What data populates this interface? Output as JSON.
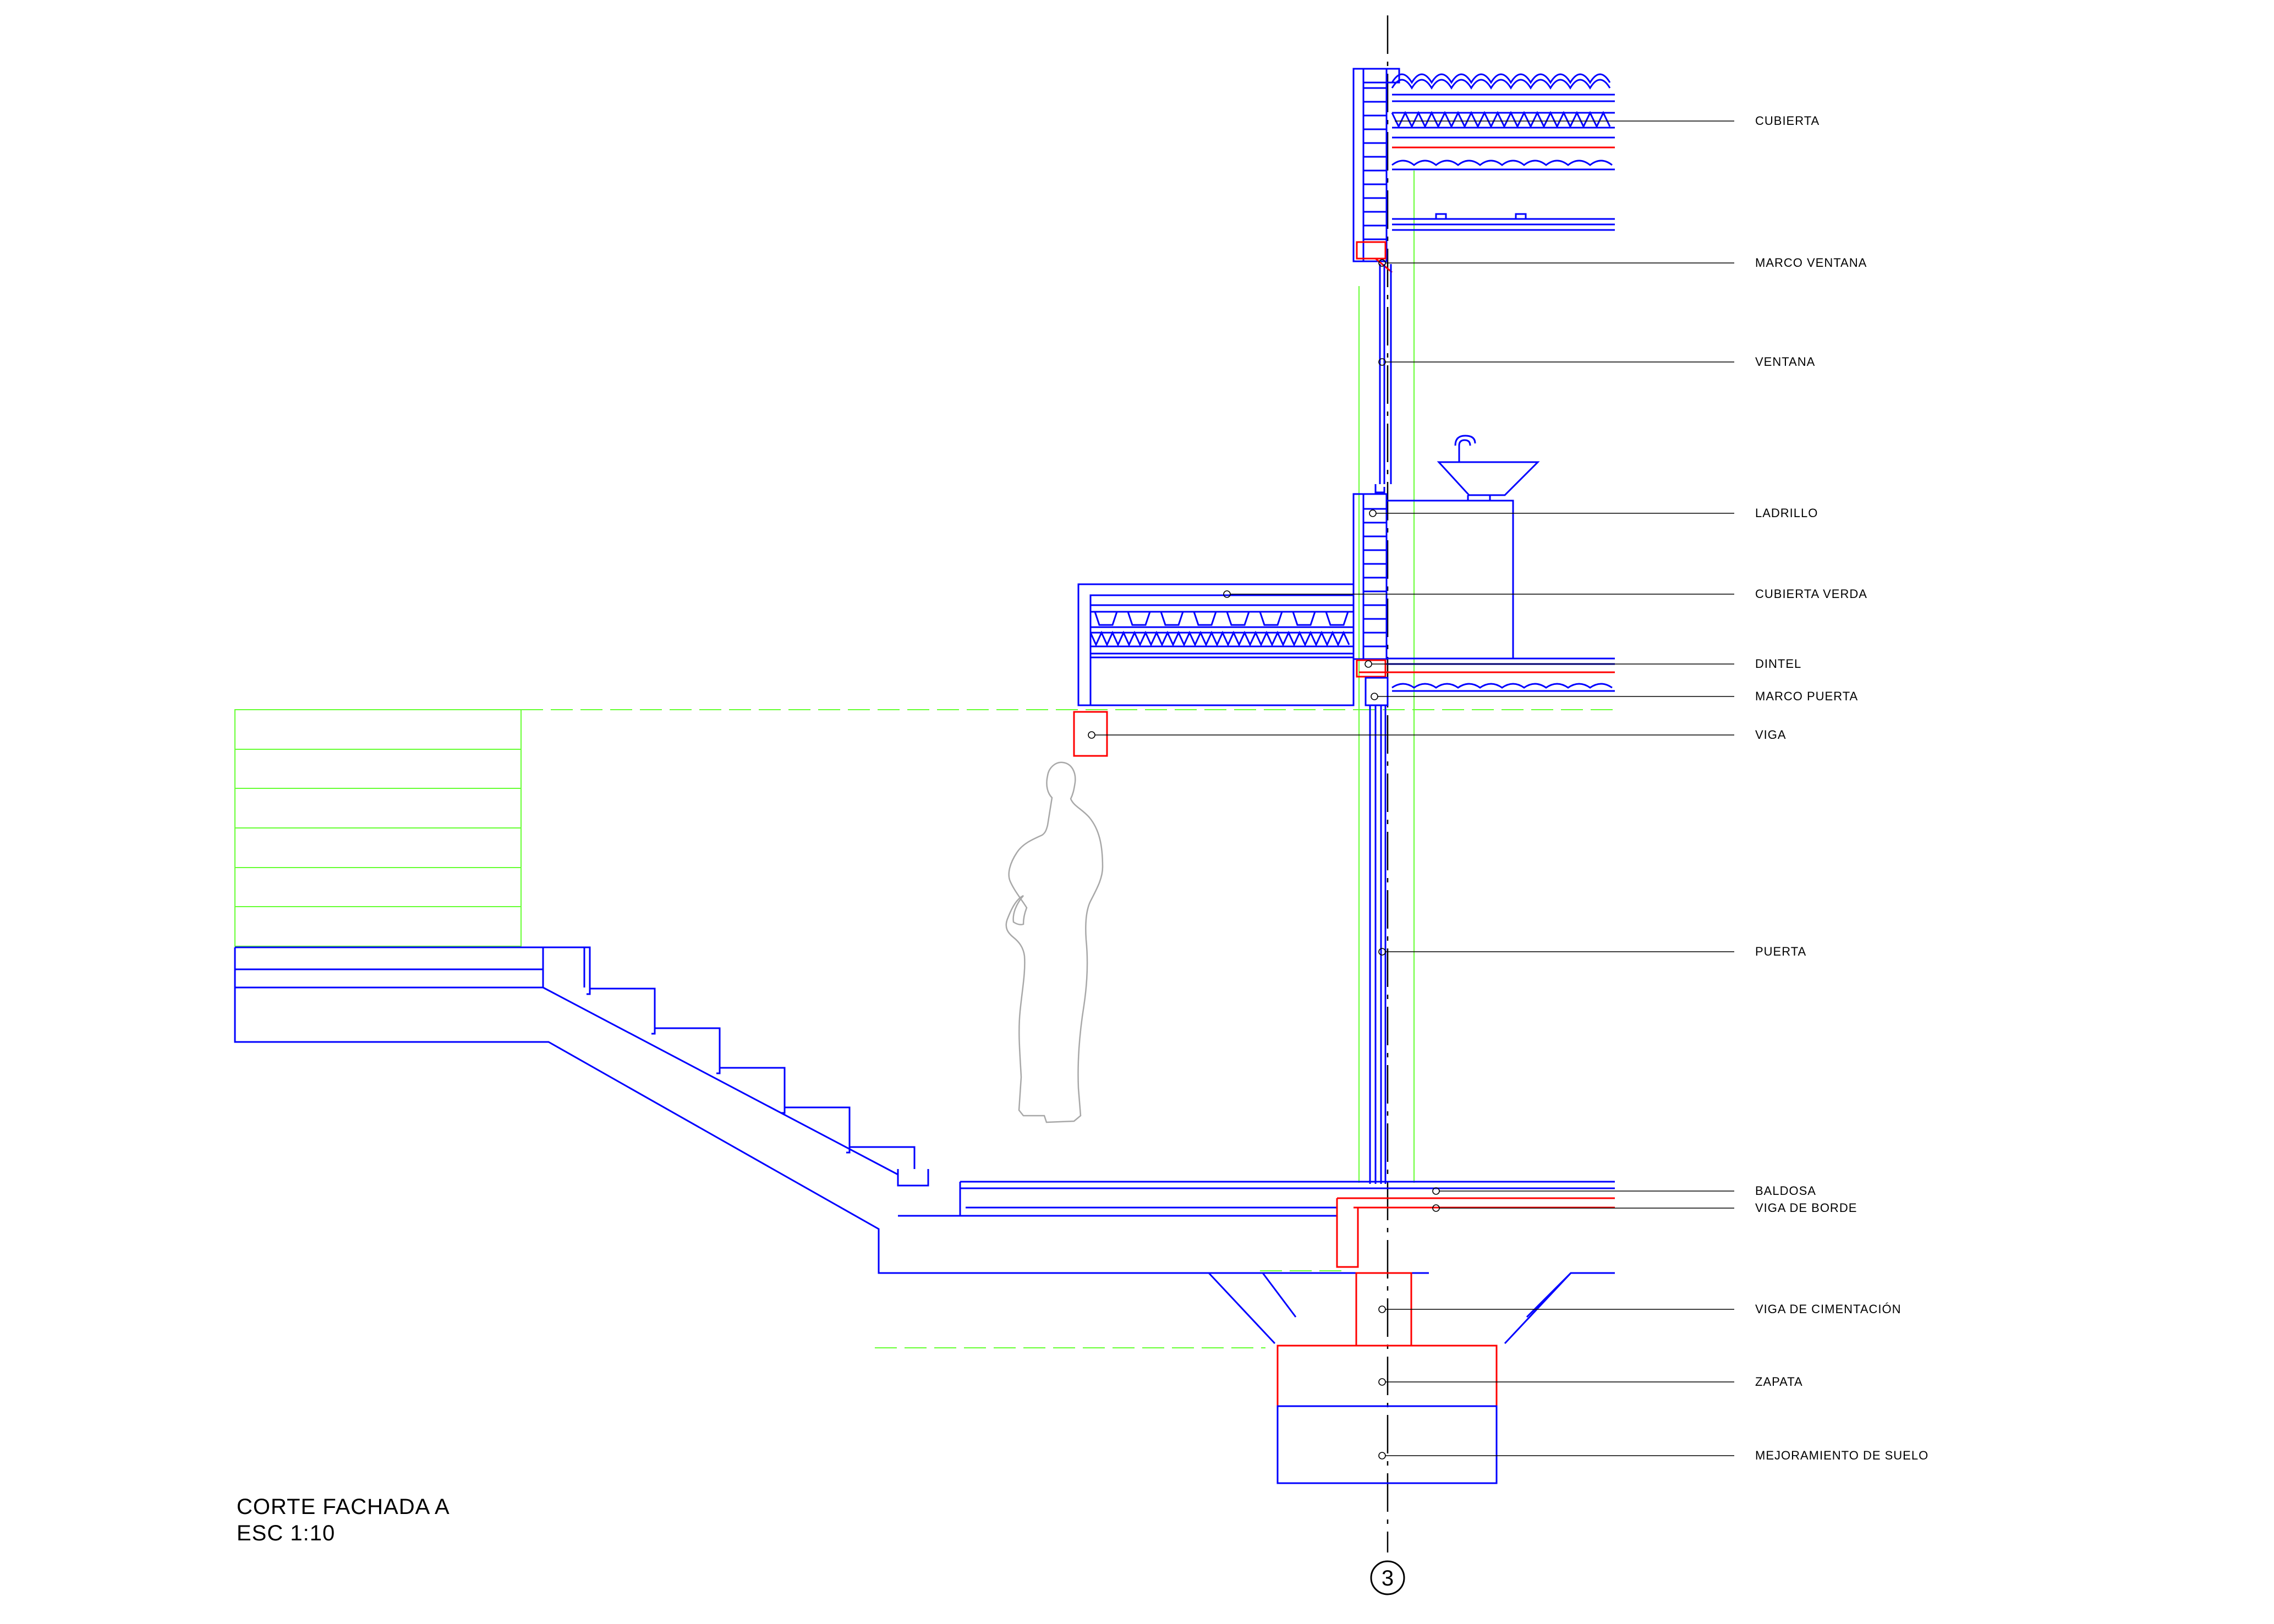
{
  "title": "CORTE FACHADA A",
  "scale": "ESC 1:10",
  "axis_marker": "3",
  "colors": {
    "structure": "#0000ff",
    "concrete_red": "#ff0000",
    "reference_green": "#66ff33",
    "leader_black": "#000000",
    "figure_grey": "#a8a8a8"
  },
  "labels": [
    "CUBIERTA",
    "MARCO VENTANA",
    "VENTANA",
    "LADRILLO",
    "CUBIERTA VERDA",
    "DINTEL",
    "MARCO PUERTA",
    "VIGA",
    "PUERTA",
    "BALDOSA",
    "VIGA DE BORDE",
    "VIGA DE CIMENTACIÓN",
    "ZAPATA",
    "MEJORAMIENTO DE SUELO"
  ]
}
